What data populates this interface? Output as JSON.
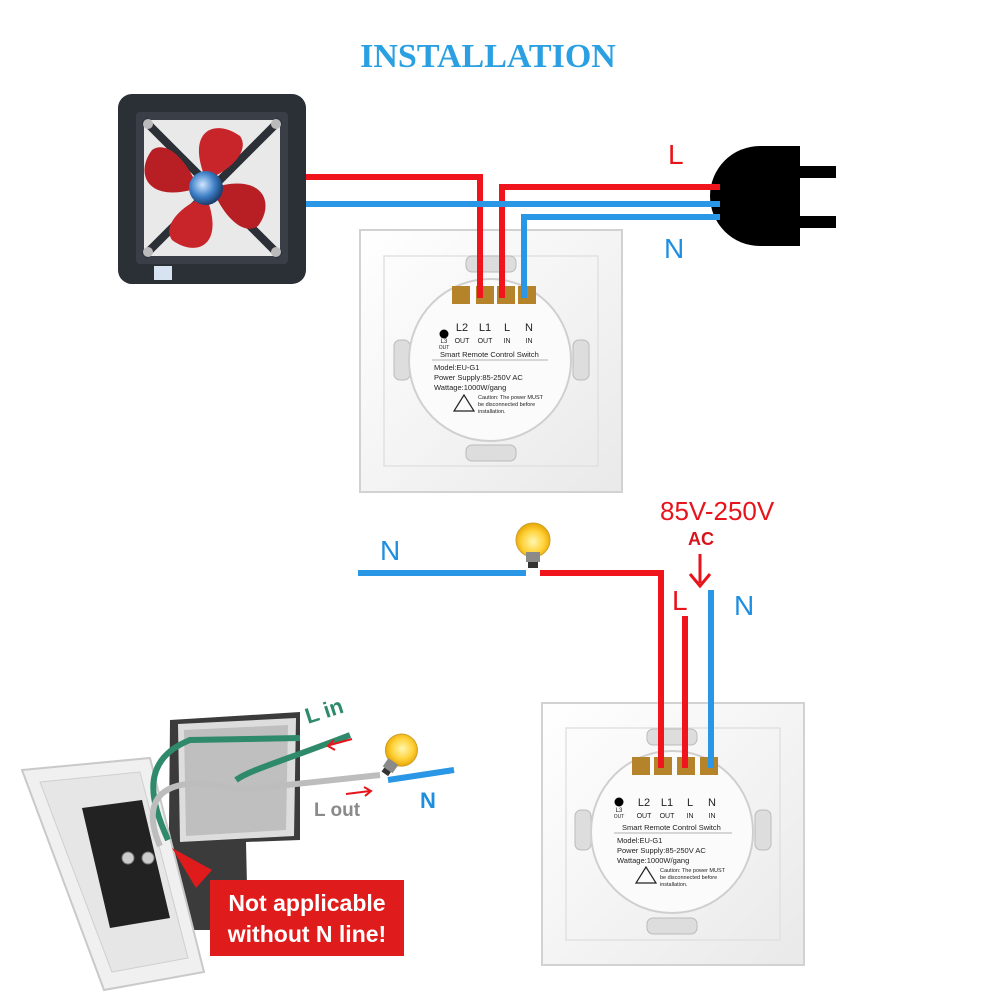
{
  "title": "INSTALLATION",
  "colors": {
    "live": "#f0141c",
    "neutral": "#2a96e6",
    "title": "#2aa0e2",
    "callout": "#e01b1b"
  },
  "wire_labels": {
    "top_l": "L",
    "top_n": "N",
    "voltage": "85V-250V",
    "ac": "AC",
    "bottom_l": "L",
    "bottom_n_left": "N",
    "bottom_n_right": "N",
    "photo_l_in": "L in",
    "photo_l_out": "L out",
    "photo_n": "N"
  },
  "module_top": {
    "terminals": [
      "L3",
      "L2",
      "L1",
      "L",
      "N"
    ],
    "terminal_sub": [
      "OUT",
      "OUT",
      "OUT",
      "IN",
      "IN"
    ],
    "heading": "Smart Remote Control Switch",
    "model": "Model:EU-G1",
    "power": "Power Supply:85-250V AC",
    "wattage": "Wattage:1000W/gang",
    "caution_1": "Caution: The power MUST",
    "caution_2": "be disconnected before",
    "caution_3": "installation."
  },
  "module_bottom": {
    "terminals": [
      "L3",
      "L2",
      "L1",
      "L",
      "N"
    ],
    "terminal_sub": [
      "OUT",
      "OUT",
      "OUT",
      "IN",
      "IN"
    ],
    "heading": "Smart Remote Control Switch",
    "model": "Model:EU-G1",
    "power": "Power Supply:85-250V AC",
    "wattage": "Wattage:1000W/gang",
    "caution_1": "Caution: The power MUST",
    "caution_2": "be disconnected before",
    "caution_3": "installation."
  },
  "callout": {
    "line1": "Not applicable",
    "line2": "without N line!"
  }
}
